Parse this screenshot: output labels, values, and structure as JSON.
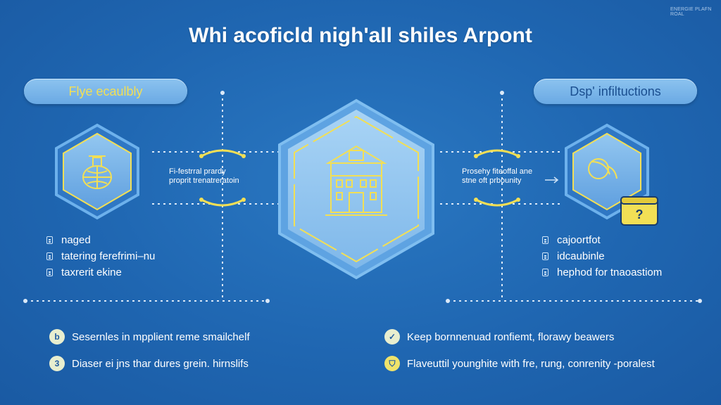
{
  "watermark": "ENERGIE PLAFN ROAL",
  "title": "Whi acoficld nigh'all shiles Arpont",
  "left_panel": {
    "pill": "Flye ecaulbly",
    "caption_line1": "Fi-festrral prardy",
    "caption_line2": "proprit trenatreratoin",
    "list": [
      {
        "icon": "document-icon",
        "text": "naged"
      },
      {
        "icon": "document-icon",
        "text": "tatering ferefrimi–nu"
      },
      {
        "icon": "document-icon",
        "text": "taxrerit ekine"
      }
    ]
  },
  "center": {
    "icon": "building-icon"
  },
  "right_panel": {
    "pill": "Dsp' infiltuctions",
    "caption_line1": "Prosehy fiteoffal ane",
    "caption_line2": "stne oft prbounity",
    "question_mark": "?",
    "list": [
      {
        "icon": "document-icon",
        "text": "cajoortfot"
      },
      {
        "icon": "document-icon",
        "text": "idcaubinle"
      },
      {
        "icon": "document-icon",
        "text": "hephod for tnaoastiom"
      }
    ]
  },
  "bottom": {
    "left": [
      {
        "badge": "b",
        "text": "Sesernles in mpplient reme smailchelf"
      },
      {
        "badge": "3",
        "text": "Diaser ei jns thar dures grein. hirnslifs"
      }
    ],
    "right": [
      {
        "badge_icon": "check-icon",
        "text": "Keep bornnenuad ronfiemt, florawy beawers"
      },
      {
        "badge_icon": "shield-icon",
        "text": "Flaveuttil younghite with fre, rung, conrenity -poralest"
      }
    ]
  },
  "colors": {
    "background": "#1f66b1",
    "accent_yellow": "#f2df55",
    "hex_fill": "#8cc3ef"
  }
}
